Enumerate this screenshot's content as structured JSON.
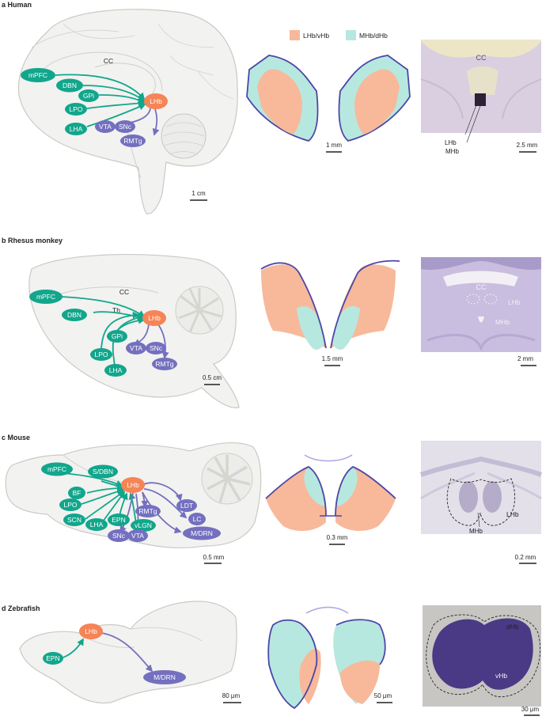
{
  "legend": {
    "lhb_vhb": "LHb/vHb",
    "mhb_dhb": "MHb/dHb"
  },
  "colors": {
    "teal": "#12a68c",
    "purple": "#7470bf",
    "orange": "#f58456",
    "lhb_fill": "#f7b99a",
    "mhb_fill": "#b7e8df",
    "outline": "#4c46a8"
  },
  "panels": {
    "a": {
      "letter": "a",
      "title": "Human",
      "cc": "CC",
      "nodes": {
        "mPFC": "mPFC",
        "DBN": "DBN",
        "GPi": "GPi",
        "LPO": "LPO",
        "LHA": "LHA",
        "LHb": "LHb",
        "VTA": "VTA",
        "SNc": "SNc",
        "RMTg": "RMTg"
      },
      "scale_brain": "1 cm",
      "scale_hb": "1 mm",
      "scale_img": "2.5 mm",
      "img_cc": "CC",
      "img_lhb": "LHb",
      "img_mhb": "MHb"
    },
    "b": {
      "letter": "b",
      "title": "Rhesus monkey",
      "cc": "CC",
      "th": "Th",
      "nodes": {
        "mPFC": "mPFC",
        "DBN": "DBN",
        "GPi": "GPi",
        "LPO": "LPO",
        "LHA": "LHA",
        "LHb": "LHb",
        "VTA": "VTA",
        "SNc": "SNc",
        "RMTg": "RMTg"
      },
      "scale_brain": "0.5 cm",
      "scale_hb": "1.5 mm",
      "scale_img": "2 mm",
      "img_cc": "CC",
      "img_lhb": "LHb",
      "img_mhb": "MHb"
    },
    "c": {
      "letter": "c",
      "title": "Mouse",
      "nodes": {
        "mPFC": "mPFC",
        "SDBN": "S/DBN",
        "BF": "BF",
        "LPO": "LPO",
        "SCN": "SCN",
        "LHA": "LHA",
        "EPN": "EPN",
        "vLGN": "vLGN",
        "SNc": "SNc",
        "VTA": "VTA",
        "LHb": "LHb",
        "RMTg": "RMTg",
        "LDT": "LDT",
        "LC": "LC",
        "MDRN": "M/DRN"
      },
      "scale_brain": "0.5 mm",
      "scale_hb": "0.3 mm",
      "scale_img": "0.2 mm",
      "img_lhb": "LHb",
      "img_mhb": "MHb"
    },
    "d": {
      "letter": "d",
      "title": "Zebrafish",
      "nodes": {
        "EPN": "EPN",
        "LHb": "LHb",
        "MDRN": "M/DRN"
      },
      "scale_brain": "80 μm",
      "scale_hb": "50 μm",
      "scale_img": "30 μm",
      "img_dhb": "dHb",
      "img_vhb": "vHb"
    }
  }
}
